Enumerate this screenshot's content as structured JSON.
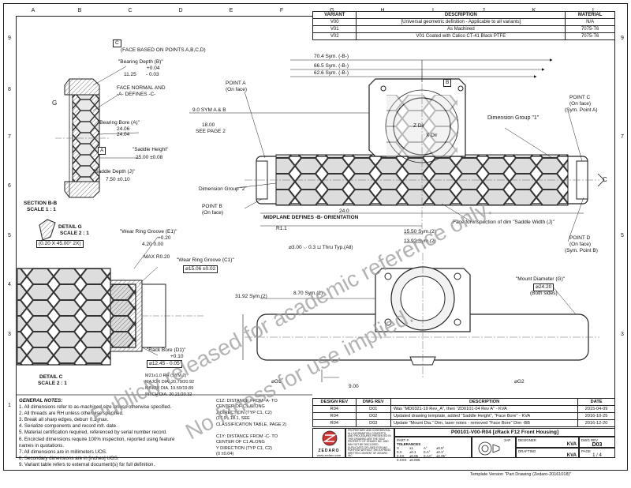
{
  "zones": {
    "top": [
      "A",
      "B",
      "C",
      "D",
      "E",
      "F",
      "G",
      "H",
      "I",
      "J",
      "K",
      "L"
    ],
    "side": [
      "1",
      "2",
      "3",
      "4",
      "5",
      "6",
      "7",
      "8",
      "9"
    ]
  },
  "variant_table": {
    "headers": [
      "VARIANT",
      "DESCRIPTION",
      "MATERIAL"
    ],
    "rows": [
      [
        "V00",
        "[Universal geometric definition - Applicable to all variants]",
        "N/A"
      ],
      [
        "V01",
        "As Machined",
        "7075-T6"
      ],
      [
        "V02",
        "V01 Coated with Calico CT-41 Black PTFE",
        "7075-T6"
      ]
    ]
  },
  "section_bb": {
    "datum_note": "(FACE BASED ON POINTS A,B,C,D)",
    "datum_c": "C",
    "datum_a": "A",
    "bearing_depth_label": "\"Bearing Depth (B)\"",
    "bearing_depth_tol_plus": "+0.04",
    "bearing_depth_value": "11.25",
    "bearing_depth_tol_minus": "- 0.03",
    "face_normal": "FACE NORMAL AND",
    "face_normal_2": "-A- DEFINES -C-",
    "g_label": "G",
    "bearing_bore_label": "\"Bearing Bore (A)\"",
    "bearing_bore_1": "24.06",
    "bearing_bore_2": "24.04",
    "saddle_height_label": "\"Saddle Height\"",
    "saddle_height_value": "25.00 ±0.08",
    "saddle_depth_label": "\"Saddle Depth (J)\"",
    "saddle_depth_value": "7.50 ±0.10",
    "title": "SECTION B-B",
    "scale": "SCALE 1 : 1"
  },
  "main_view": {
    "dim_704": "70.4 Sym. (-B-)",
    "dim_665": "66.5 Sym. (-B-)",
    "dim_626": "62.6 Sym. (-B-)",
    "datum_b": "B",
    "point_a": "POINT A",
    "point_a_sub": "(On face)",
    "dim_90": "9.0 SYM A & B",
    "dim_1800": "18.00",
    "see_page": "SEE PAGE 2",
    "z_dir": "Z Dir",
    "x_dir": "X Dir",
    "dim_group_1": "Dimension Group \"1\"",
    "point_c": "POINT C",
    "point_c_sub": "(On face)",
    "point_c_sub2": "(Sym. Point A)",
    "dim_group_2": "Dimension Group \"2\"",
    "point_b": "POINT B",
    "point_b_sub": "(On face)",
    "dim_240": "24.0",
    "midplane": "MIDPLANE DEFINES -B- ORIENTATION",
    "face_inspection": "Face for inspection of dim \"Saddle Width (J)\"",
    "r11": "R1.1",
    "c_label": "C"
  },
  "lower_view": {
    "dim_1550": "15.50 Sym.(2)",
    "dim_1392": "13.92 Sym.(2)",
    "hole": "⌀3.00 ⌵ 0.3 ⊔ Thru Typ.(All)",
    "point_d": "POINT D",
    "point_d_sub": "(On face)",
    "point_d_sub2": "(Sym. Point B)",
    "mount_dia_label": "\"Mount Diameter (G)\"",
    "mount_dia_value": "⌀24.20",
    "both_sides": "(Both sides)",
    "dim_3192": "31.92 Sym.(2)",
    "dim_870": "8.70 Sym.(2)",
    "g1": "⌀G1",
    "g2": "⌀G2",
    "dim_900": "9.00"
  },
  "detail_g": {
    "title": "DETAIL G",
    "scale": "SCALE 2 : 1",
    "chamfer": "(0.20 X 45.00° 2X)"
  },
  "detail_c": {
    "wear_e1_label": "\"Wear Ring Groove (E1)\"",
    "wear_e1_plus": "+0.20",
    "wear_e1_value": "4.20  0.00",
    "max_r": "MAX R0.20",
    "wear_c1_label": "\"Wear Ring Groove (C1)\"",
    "wear_c1_value": "⌀15.06 ±0.02",
    "rack_bore_label": "\"Rack Bore (D1)\"",
    "rack_bore_plus": "+0.10",
    "rack_bore_value": "⌀12.45 - 0.05",
    "thread": "M21x1.0 RH (SYM.2)",
    "major": "MAJOR DIA.  20.79/20.92",
    "minor": "MINOR DIA.  19.59/19.89",
    "pitch": "PITCH DIA.    20.21/20.32",
    "title": "DETAIL C",
    "scale": "SCALE 2 : 1"
  },
  "notes": {
    "title": "GENERAL NOTES:",
    "items": [
      "1.  All dimensions refer to as-machined size unless otherwise specified.",
      "2.  All threads are RH unless otherwise specified.",
      "3.  Break all sharp edges, deburr 0.1 max.",
      "4.  Serialize components and record mfr. date.",
      "5.  Material certification required, referenced by serial number record.",
      "6.  Encircled dimensions require 100% inspection, reported using feature",
      "     names in quotations.",
      "7.  All dimensions are in millimeters UOS.",
      "8.  Secondary dimensions are in [inches] UOS.",
      "9.  Variant table refers to external document(s) for full definition."
    ]
  },
  "c1_notes": {
    "c1z": [
      "C1Z: DISTANCE FROM -A- TO",
      "CENTER OF C1 ALONG",
      "Z DIRECTION (TYP C1, C2)",
      "(17.9 - 18.1, SEE",
      "CLASSIFICATION TABLE, PAGE 2)"
    ],
    "c1y": [
      "C1Y: DISTANCE FROM -C- TO",
      "CENTER OF C1 ALONG",
      "Y DIRECTION (TYP C1, C2)",
      "(0 ±0.04)"
    ]
  },
  "revision_table": {
    "headers": [
      "DESIGN REV",
      "DWG REV",
      "DESCRIPTION",
      "DATE"
    ],
    "rows": [
      [
        "R04",
        "D01",
        "Was \"MD0321-19 Rev_A\", then \"ZD0101-04 Rev A\" - KVA",
        "2015-04-09"
      ],
      [
        "R04",
        "D02",
        "Updated drawing template, added \"Saddle Height\", \"Face Bore\" - KVA",
        "2016-10-25"
      ],
      [
        "R04",
        "D03",
        "Update \"Mount Dia.\" Dim, laser notes - removed \"Face Bore\" Dim -BB",
        "2016-12-20"
      ]
    ]
  },
  "title_block": {
    "title": "P00101-V00-R04 [zRack F12 Front Housing]",
    "company": "ZEDARO",
    "website": "www.zedaro.com",
    "proprietary": "PROPRIETARY AND CONFIDENTIAL. ALL INFORMATION, CONCEPTS, AND PROCEDURES PRESENTED IN THIS DRAWING ARE THE SOLE PROPERTY OF ZEDARO INC. AND MAY NOT BE DISCLOSED, DUPLICATED OR USED FOR ANY PURPOSE WITHOUT THE EXPRESS WRITTEN CONSENT OF ZEDARO INC.",
    "part_label": "PART #",
    "tolerances_label": "TOLERANCES",
    "tol_rows": [
      [
        "X",
        "±1",
        "A°",
        "±0.5°"
      ],
      [
        "0.X",
        "±0.1",
        "0.A°",
        "±0.1°"
      ],
      [
        "0.XX",
        "±0.05",
        "0.AA°",
        "±0.05°"
      ],
      [
        "0.XXX",
        "±0.005",
        "",
        ""
      ]
    ],
    "sap": "3AP",
    "designer_label": "DESIGNER",
    "designer": "KVA",
    "drafting_label": "DRAFTING",
    "drafting": "KVA",
    "dwg_rev_label": "DWG REV",
    "dwg_rev": "D03",
    "page_label": "PAGE",
    "page": "1 / 4"
  },
  "template_version": "Template Version \"Part Drawing (Zedaro-20161018)\"",
  "watermark": [
    "Publicly released for academic reference only.",
    "No fitness for use implied."
  ]
}
